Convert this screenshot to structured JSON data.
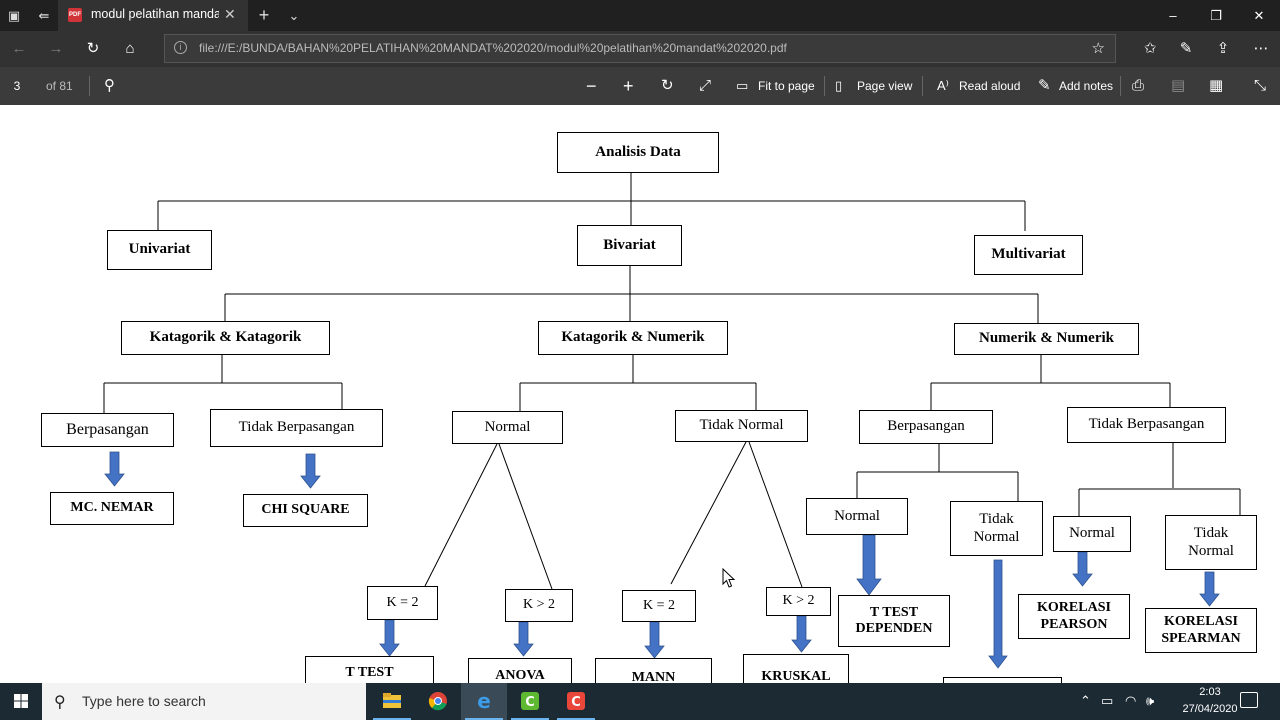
{
  "browser": {
    "tab_title": "modul pelatihan mandat",
    "tab_favicon_text": "PDF",
    "url": "file:///E:/BUNDA/BAHAN%20PELATIHAN%20MANDAT%202020/modul%20pelatihan%20mandat%202020.pdf"
  },
  "pdf_toolbar": {
    "page_current": "3",
    "page_total": "of 81",
    "fit_to_page": "Fit to page",
    "page_view": "Page view",
    "read_aloud": "Read aloud",
    "add_notes": "Add notes"
  },
  "diagram": {
    "root": "Analisis Data",
    "univariat": "Univariat",
    "bivariat": "Bivariat",
    "multivariat": "Multivariat",
    "kat_kat": "Katagorik & Katagorik",
    "kat_num": "Katagorik & Numerik",
    "num_num": "Numerik & Numerik",
    "kk_berpasangan": "Berpasangan",
    "kk_tidak_berpasangan": "Tidak Berpasangan",
    "mc_nemar": "MC. NEMAR",
    "chi_square": "CHI SQUARE",
    "kn_normal": "Normal",
    "kn_tidak_normal": "Tidak Normal",
    "k_eq_2_a": "K = 2",
    "k_gt_2_a": "K > 2",
    "k_eq_2_b": "K = 2",
    "k_gt_2_b": "K > 2",
    "t_test": "T TEST",
    "anova": "ANOVA",
    "mann": "MANN",
    "kruskal": "KRUSKAL",
    "nn_berpasangan": "Berpasangan",
    "nn_tidak_berpasangan": "Tidak Berpasangan",
    "nnb_normal": "Normal",
    "nnb_tidak_normal_1": "Tidak",
    "nnb_tidak_normal_2": "Normal",
    "t_test_dependen_1": "T TEST",
    "t_test_dependen_2": "DEPENDEN",
    "nnt_normal": "Normal",
    "nnt_tidak_normal_1": "Tidak",
    "nnt_tidak_normal_2": "Normal",
    "korelasi_pearson_1": "KORELASI",
    "korelasi_pearson_2": "PEARSON",
    "korelasi_spearman_1": "KORELASI",
    "korelasi_spearman_2": "SPEARMAN"
  },
  "taskbar": {
    "search_placeholder": "Type here to search",
    "time": "2:03",
    "date": "27/04/2020"
  },
  "colors": {
    "arrow_blue": "#4472c4",
    "titlebar": "#202020",
    "taskbar": "#1c2a33"
  }
}
